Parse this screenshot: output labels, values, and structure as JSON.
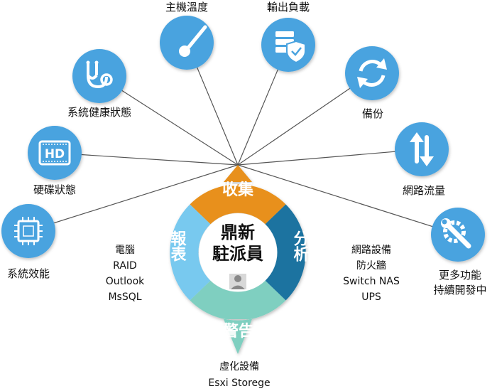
{
  "center": {
    "line1": "鼎新",
    "line2": "駐派員"
  },
  "segments": {
    "top": "收集",
    "right": "分析",
    "bottom": "警告",
    "left": "報表"
  },
  "monitor_items": [
    {
      "label": "主機溫度",
      "icon": "thermometer-icon"
    },
    {
      "label": "輸出負載",
      "icon": "server-shield-icon"
    },
    {
      "label": "系統健康狀態",
      "icon": "stethoscope-icon"
    },
    {
      "label": "備份",
      "icon": "sync-icon"
    },
    {
      "label": "硬碟狀態",
      "icon": "hd-icon"
    },
    {
      "label": "網路流量",
      "icon": "updown-arrows-icon"
    },
    {
      "label": "系統效能",
      "icon": "cpu-chip-icon"
    },
    {
      "label": "更多功能",
      "label2": "持續開發中",
      "icon": "wrench-gear-icon"
    }
  ],
  "left_list": [
    "電腦",
    "RAID",
    "Outlook",
    "MsSQL"
  ],
  "right_list": [
    "網路設備",
    "防火牆",
    "Switch NAS",
    "UPS"
  ],
  "bottom_list": [
    "虛化設備",
    "Esxi Storege"
  ],
  "colors": {
    "icon_circle": "#4aa3df",
    "seg_top": "#e8901a",
    "seg_right": "#1b73a0",
    "seg_bottom": "#7fcfc0",
    "seg_left": "#78c9ef",
    "spoke": "#555555"
  }
}
